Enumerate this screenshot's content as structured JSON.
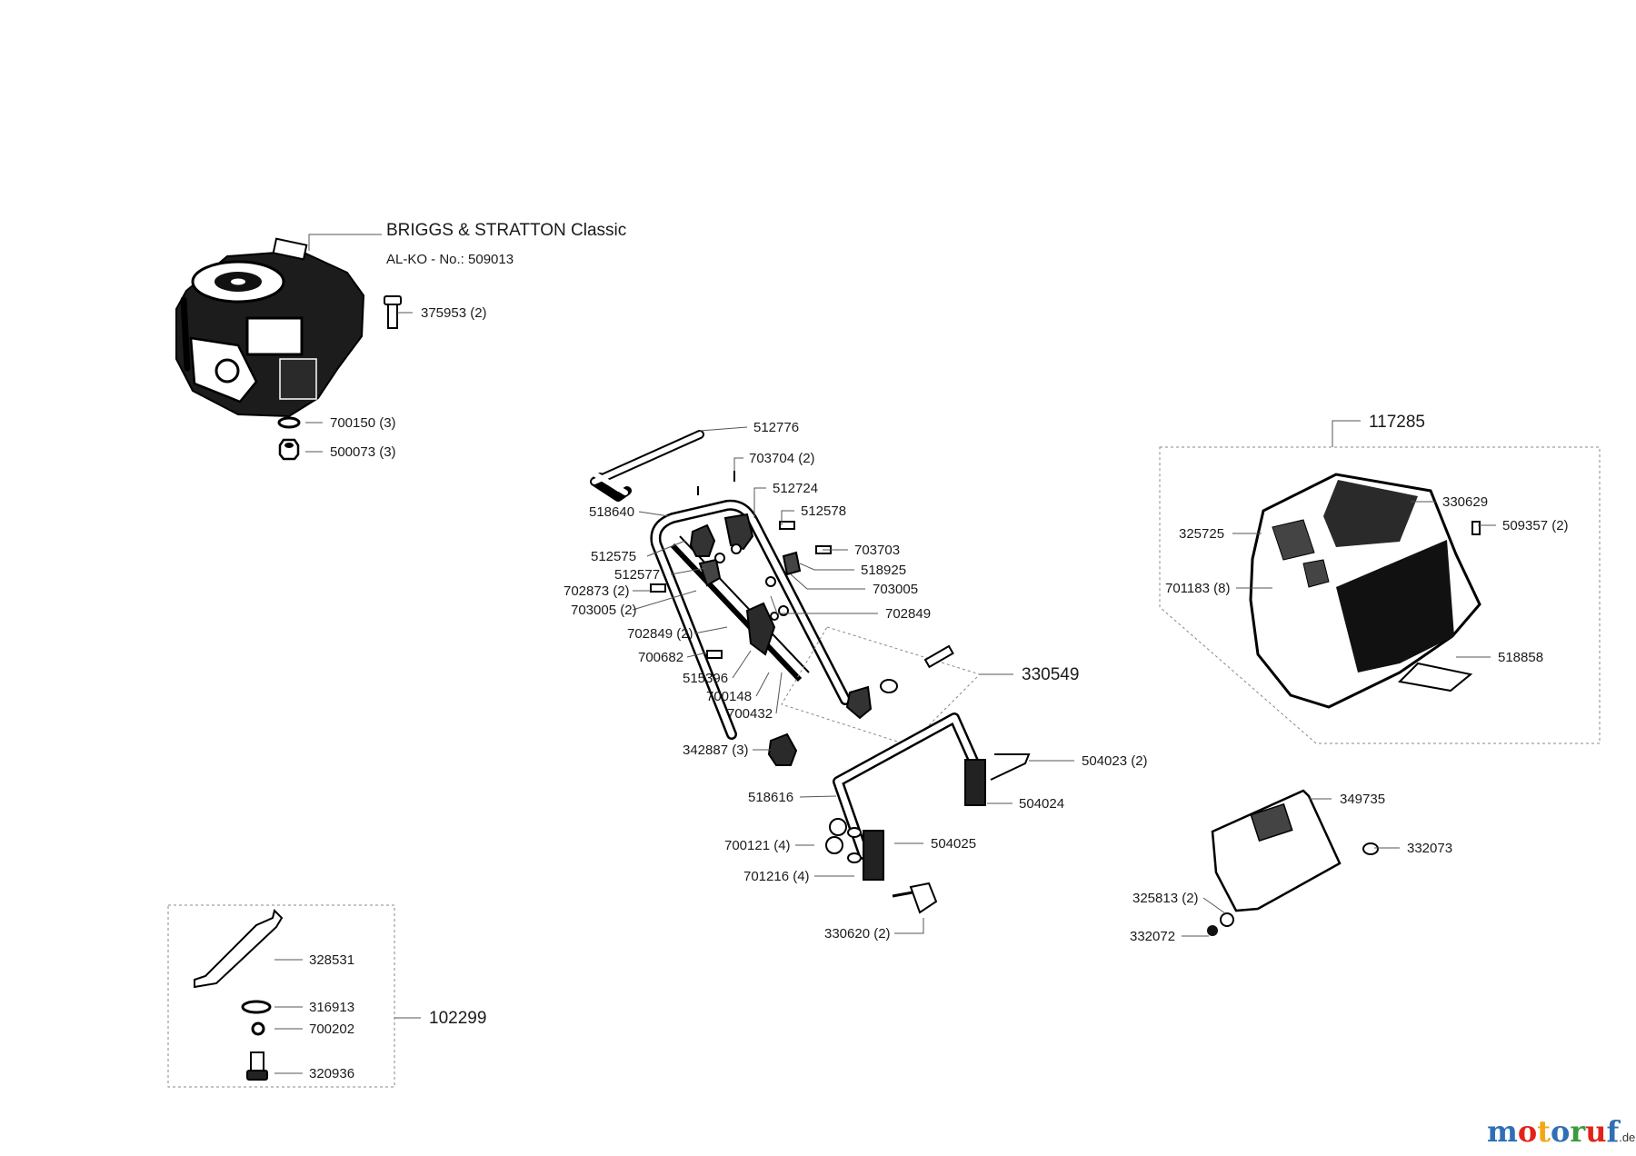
{
  "header": {
    "engine_title": "BRIGGS & STRATTON Classic",
    "engine_number": "AL-KO - No.: 509013"
  },
  "parts": [
    {
      "id": "375953",
      "label": "375953 (2)"
    },
    {
      "id": "700150",
      "label": "700150 (3)"
    },
    {
      "id": "500073",
      "label": "500073 (3)"
    },
    {
      "id": "512776",
      "label": "512776"
    },
    {
      "id": "703704",
      "label": "703704 (2)"
    },
    {
      "id": "512724",
      "label": "512724"
    },
    {
      "id": "518640",
      "label": "518640"
    },
    {
      "id": "512578",
      "label": "512578"
    },
    {
      "id": "512575",
      "label": "512575"
    },
    {
      "id": "703703",
      "label": "703703"
    },
    {
      "id": "512577",
      "label": "512577"
    },
    {
      "id": "518925",
      "label": "518925"
    },
    {
      "id": "702873",
      "label": "702873 (2)"
    },
    {
      "id": "703005a",
      "label": "703005"
    },
    {
      "id": "703005b",
      "label": "703005 (2)"
    },
    {
      "id": "702849a",
      "label": "702849"
    },
    {
      "id": "702849b",
      "label": "702849 (2)"
    },
    {
      "id": "700682",
      "label": "700682"
    },
    {
      "id": "330549",
      "label": "330549"
    },
    {
      "id": "515396",
      "label": "515396"
    },
    {
      "id": "700148",
      "label": "700148"
    },
    {
      "id": "700432",
      "label": "700432"
    },
    {
      "id": "342887",
      "label": "342887 (3)"
    },
    {
      "id": "504023",
      "label": "504023 (2)"
    },
    {
      "id": "518616",
      "label": "518616"
    },
    {
      "id": "504024",
      "label": "504024"
    },
    {
      "id": "700121",
      "label": "700121 (4)"
    },
    {
      "id": "504025",
      "label": "504025"
    },
    {
      "id": "701216",
      "label": "701216 (4)"
    },
    {
      "id": "330620",
      "label": "330620 (2)"
    },
    {
      "id": "117285",
      "label": "117285"
    },
    {
      "id": "330629",
      "label": "330629"
    },
    {
      "id": "509357",
      "label": "509357 (2)"
    },
    {
      "id": "325725",
      "label": "325725"
    },
    {
      "id": "701183",
      "label": "701183 (8)"
    },
    {
      "id": "518858",
      "label": "518858"
    },
    {
      "id": "349735",
      "label": "349735"
    },
    {
      "id": "332073",
      "label": "332073"
    },
    {
      "id": "325813",
      "label": "325813 (2)"
    },
    {
      "id": "332072",
      "label": "332072"
    },
    {
      "id": "328531",
      "label": "328531"
    },
    {
      "id": "316913",
      "label": "316913"
    },
    {
      "id": "700202",
      "label": "700202"
    },
    {
      "id": "320936",
      "label": "320936"
    },
    {
      "id": "102299",
      "label": "102299"
    }
  ],
  "watermark": {
    "brand_letters": [
      "m",
      "o",
      "t",
      "o",
      "r",
      "u",
      "f"
    ],
    "brand_colors": [
      "#2f6fb5",
      "#e2231a",
      "#f3a712",
      "#2f6fb5",
      "#3c9a3c",
      "#e2231a",
      "#2f6fb5"
    ],
    "domain": ".de"
  }
}
